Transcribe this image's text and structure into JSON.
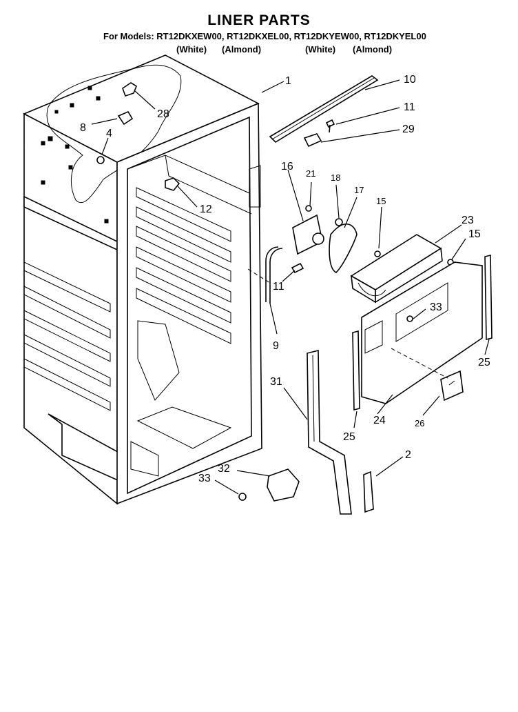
{
  "header": {
    "title": "LINER PARTS",
    "models_line": "For Models: RT12DKXEW00, RT12DKXEL00, RT12DKYEW00, RT12DKYEL00",
    "color_white_1": "(White)",
    "color_almond_1": "(Almond)",
    "color_white_2": "(White)",
    "color_almond_2": "(Almond)"
  },
  "callouts": {
    "p1": "1",
    "p10": "10",
    "p11a": "11",
    "p29": "29",
    "p28": "28",
    "p8": "8",
    "p4": "4",
    "p16": "16",
    "p21": "21",
    "p18": "18",
    "p17": "17",
    "p15a": "15",
    "p12": "12",
    "p23": "23",
    "p15b": "15",
    "p11b": "11",
    "p9": "9",
    "p33a": "33",
    "p25a": "25",
    "p31": "31",
    "p24": "24",
    "p26": "26",
    "p25b": "25",
    "p2": "2",
    "p32": "32",
    "p33b": "33"
  }
}
